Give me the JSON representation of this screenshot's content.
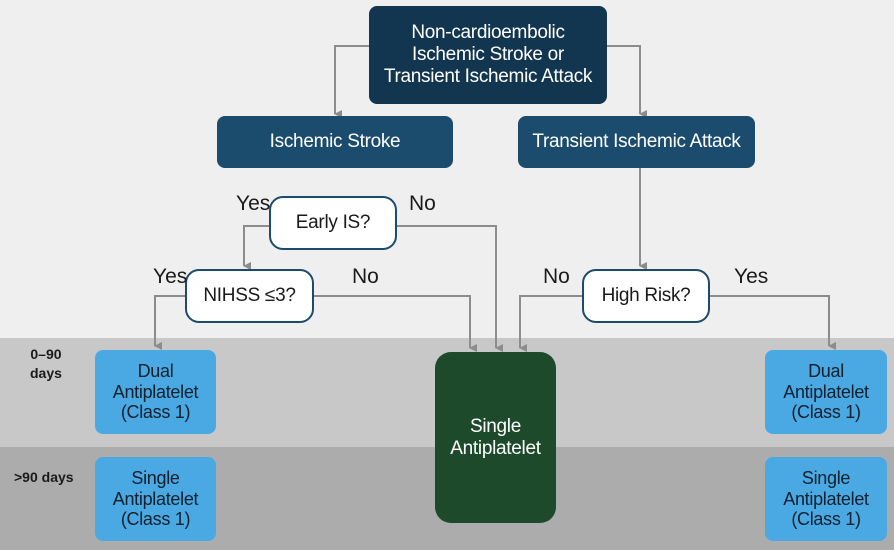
{
  "root": "Non-cardioembolic Ischemic Stroke or Transient Ischemic Attack",
  "branches": {
    "ischemic_stroke": "Ischemic Stroke",
    "tia": "Transient Ischemic Attack"
  },
  "decisions": {
    "early_is": "Early IS?",
    "nihss": "NIHSS ≤3?",
    "high_risk": "High Risk?"
  },
  "edge_labels": {
    "early_is_yes": "Yes",
    "early_is_no": "No",
    "nihss_yes": "Yes",
    "nihss_no": "No",
    "high_risk_no": "No",
    "high_risk_yes": "Yes"
  },
  "time_periods": {
    "first": "0–90\ndays",
    "second": ">90 days"
  },
  "outcomes": {
    "left_0_90": "Dual\nAntiplatelet\n(Class 1)",
    "left_over_90": "Single\nAntiplatelet\n(Class 1)",
    "center": "Single\nAntiplatelet",
    "right_0_90": "Dual\nAntiplatelet\n(Class 1)",
    "right_over_90": "Single\nAntiplatelet\n(Class 1)"
  },
  "colors": {
    "root_box": "#133650",
    "branch_box": "#1b4c6e",
    "decision_border": "#1b4c6e",
    "outcome_box": "#4aa9e3",
    "single_antiplatelet_box": "#1e4a2c",
    "connector": "#8c8c8c",
    "band_0_90": "#c8c8c8",
    "band_over_90": "#acacac"
  }
}
